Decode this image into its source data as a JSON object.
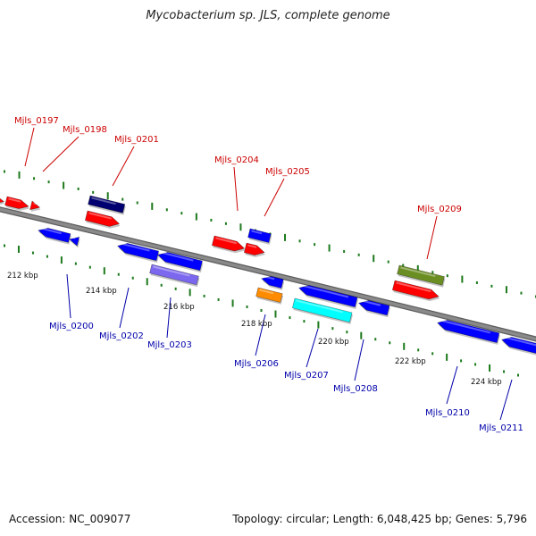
{
  "header": {
    "title": "Mycobacterium sp. JLS, complete genome"
  },
  "footer": {
    "accession": "Accession: NC_009077",
    "summary": "Topology: circular; Length: 6,048,425 bp; Genes: 5,796"
  },
  "colors": {
    "backbone": "#8a8a8a",
    "ticks": "#1d7a1d",
    "forward_label": "#cc0000",
    "reverse_label": "#0000aa",
    "red": "#ff0000",
    "navy": "#000070",
    "blue": "#0000ff",
    "slate": "#7b68ee",
    "orange": "#ff8c00",
    "cyan": "#00ffff",
    "olive": "#6b8e23"
  },
  "scale_labels": [
    "212 kbp",
    "214 kbp",
    "216 kbp",
    "218 kbp",
    "220 kbp",
    "222 kbp",
    "224 kbp"
  ],
  "forward_genes": [
    "Mjls_0197",
    "Mjls_0198",
    "Mjls_0201",
    "Mjls_0204",
    "Mjls_0205",
    "Mjls_0209"
  ],
  "reverse_genes": [
    "Mjls_0200",
    "Mjls_0202",
    "Mjls_0203",
    "Mjls_0206",
    "Mjls_0207",
    "Mjls_0208",
    "Mjls_0210",
    "Mjls_0211"
  ]
}
